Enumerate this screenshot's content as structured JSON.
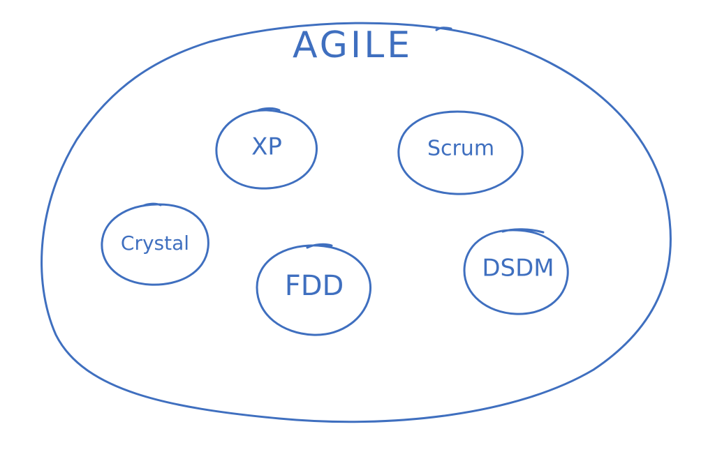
{
  "diagram": {
    "title": "AGILE",
    "ink_color": "#3f6fbf",
    "methods": [
      {
        "label": "XP"
      },
      {
        "label": "Scrum"
      },
      {
        "label": "Crystal"
      },
      {
        "label": "FDD"
      },
      {
        "label": "DSDM"
      }
    ]
  }
}
